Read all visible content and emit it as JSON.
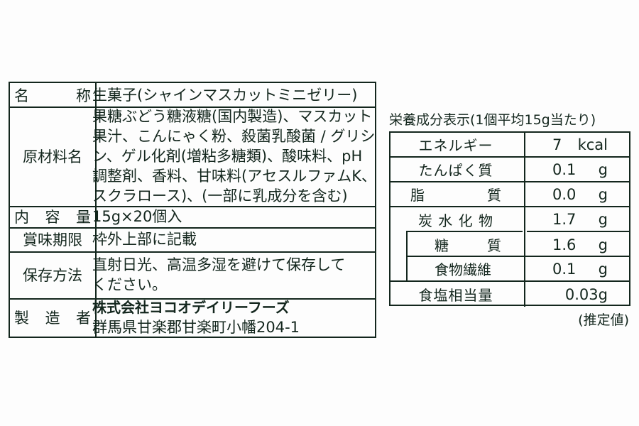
{
  "label_table": {
    "rows": [
      {
        "label_chars": [
          "名",
          "称"
        ],
        "lines": [
          "生菓子(シャインマスカットミニゼリー)"
        ]
      },
      {
        "label": "原材料名",
        "lines": [
          "果糖ぶどう糖液糖(国内製造)、マスカット",
          "果汁、こんにゃく粉、殺菌乳酸菌 / グリシ",
          "ン、ゲル化剤(増粘多糖類)、酸味料、pH",
          "調整剤、香料、甘味料(アセスルファムK、",
          "スクラロース)、(一部に乳成分を含む)"
        ]
      },
      {
        "label_chars": [
          "内",
          "容",
          "量"
        ],
        "lines": [
          "15g×20個入"
        ]
      },
      {
        "label": "賞味期限",
        "lines": [
          "枠外上部に記載"
        ]
      },
      {
        "label": "保存方法",
        "lines": [
          "直射日光、高温多湿を避けて保存して",
          "ください。"
        ]
      },
      {
        "label_chars": [
          "製",
          "造",
          "者"
        ],
        "company": "株式会社ヨコオデイリーフーズ",
        "lines": [
          "群馬県甘楽郡甘楽町小幡204-1"
        ]
      }
    ]
  },
  "nutrition": {
    "title": "栄養成分表示(1個平均15g当たり)",
    "rows": [
      {
        "label": "エネルギー",
        "value": "7",
        "unit": "kcal"
      },
      {
        "label_chars": [
          "たんぱく質"
        ],
        "value": "0.1",
        "unit": "g"
      },
      {
        "label_chars": [
          "脂",
          "質"
        ],
        "value": "0.0",
        "unit": "g"
      },
      {
        "label": "炭 水 化 物",
        "value": "1.7",
        "unit": "g"
      },
      {
        "label_chars": [
          "糖",
          "質"
        ],
        "value": "1.6",
        "unit": "g",
        "sub": true
      },
      {
        "label": "食物繊維",
        "value": "0.1",
        "unit": "g",
        "sub": true
      },
      {
        "label": "食塩相当量",
        "value": "0.03",
        "unit": "g"
      }
    ],
    "note": "(推定値)"
  },
  "colors": {
    "ink": "#13261d",
    "background": "#fdfdfd"
  }
}
